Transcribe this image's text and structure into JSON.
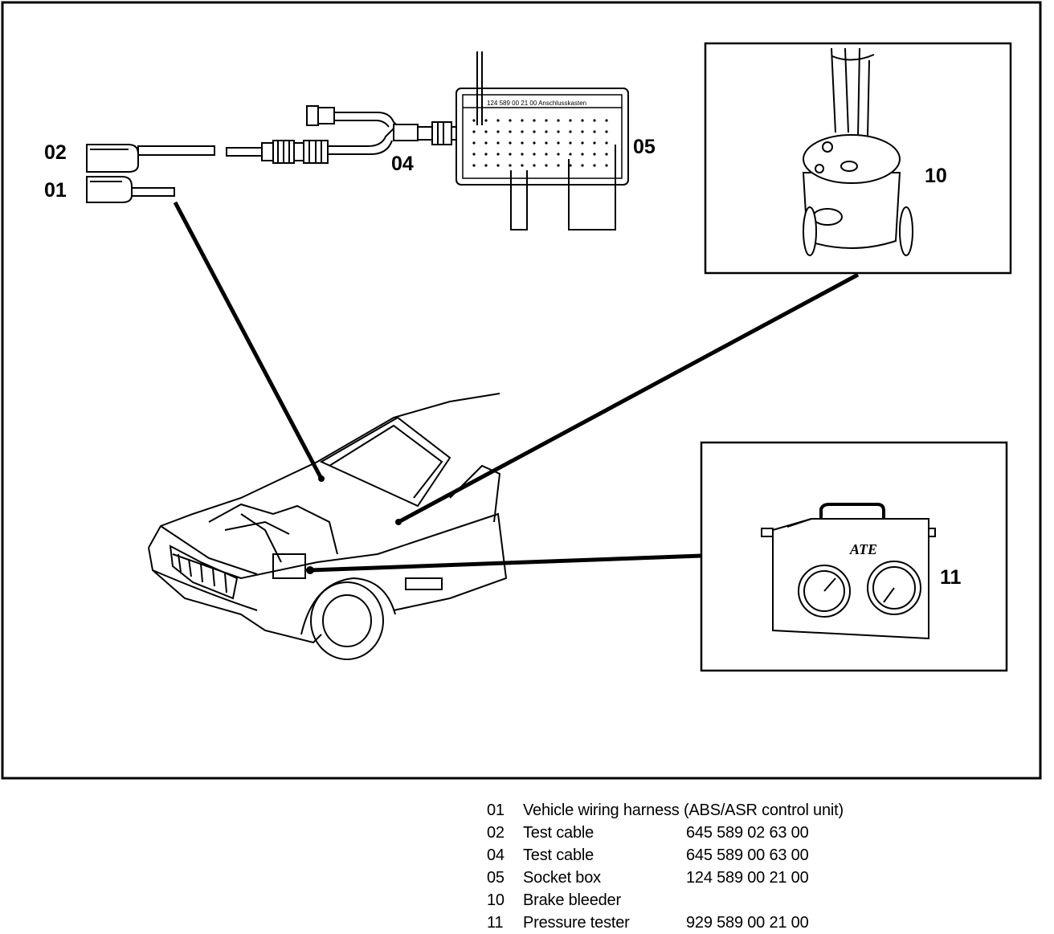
{
  "callouts": {
    "c01": "01",
    "c02": "02",
    "c04": "04",
    "c05": "05",
    "c10": "10",
    "c11": "11"
  },
  "socket_box_header": "124 589 00 21 00  Anschlusskasten",
  "legend": [
    {
      "num": "01",
      "desc": "Vehicle wiring harness (ABS/ASR control unit)",
      "part": ""
    },
    {
      "num": "02",
      "desc": "Test cable",
      "part": "645 589 02 63 00"
    },
    {
      "num": "04",
      "desc": "Test cable",
      "part": "645 589 00 63 00"
    },
    {
      "num": "05",
      "desc": "Socket box",
      "part": "124 589 00 21 00"
    },
    {
      "num": "10",
      "desc": "Brake bleeder",
      "part": ""
    },
    {
      "num": "11",
      "desc": "Pressure tester",
      "part": "929 589 00 21 00"
    }
  ],
  "pressure_tester_logo": "ATE"
}
